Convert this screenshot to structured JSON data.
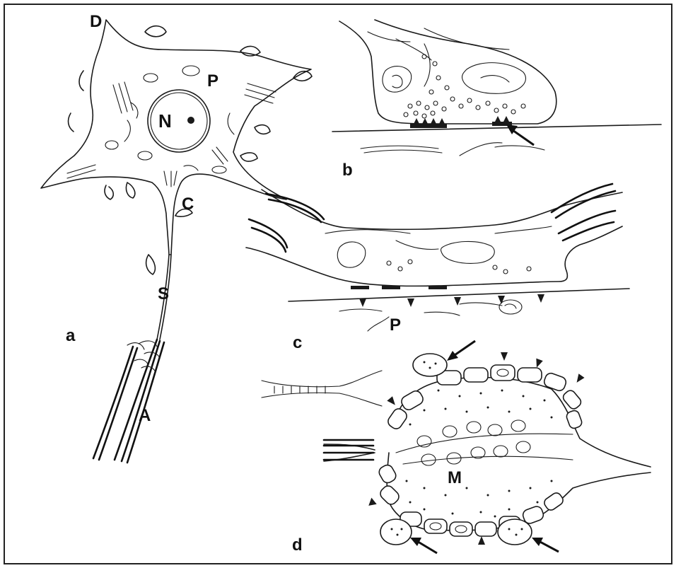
{
  "figure": {
    "panel_labels": {
      "a": "a",
      "b": "b",
      "c": "c",
      "d": "d"
    },
    "structure_labels": {
      "D": "D",
      "P_a": "P",
      "N": "N",
      "C": "C",
      "S": "S",
      "A": "A",
      "P_c": "P",
      "M": "M"
    }
  }
}
